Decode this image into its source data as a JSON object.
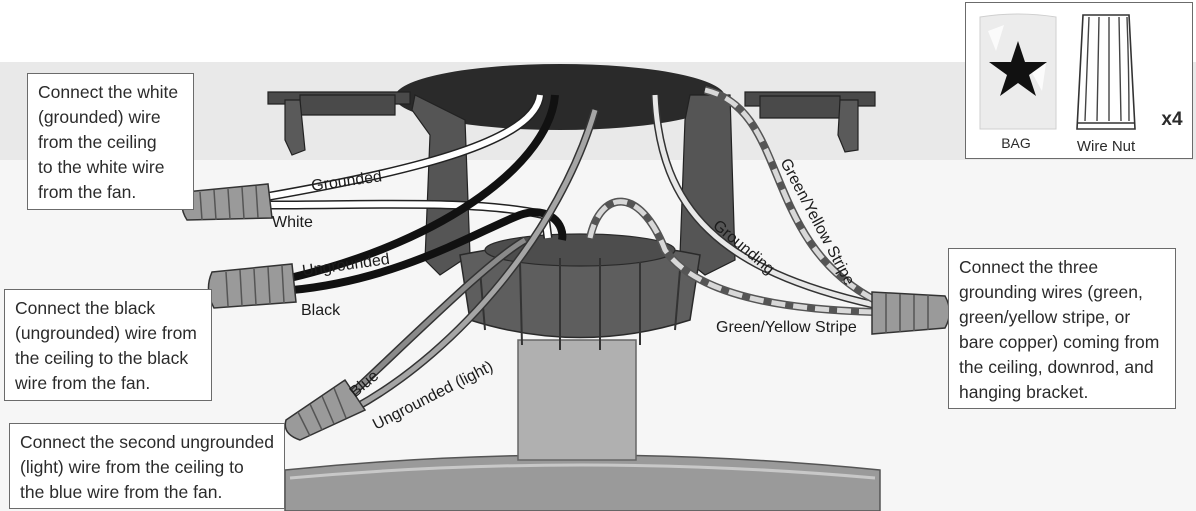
{
  "callouts": {
    "white": {
      "lines": [
        "Connect the white",
        "(grounded) wire",
        "from the ceiling",
        "to the white wire",
        "from the fan."
      ]
    },
    "black": {
      "lines": [
        "Connect the black",
        "(ungrounded) wire from",
        "the ceiling to the black",
        "wire from the fan."
      ]
    },
    "light": {
      "lines": [
        "Connect the second ungrounded",
        "(light) wire from the ceiling to",
        "the blue wire from the fan."
      ]
    },
    "ground": {
      "lines": [
        "Connect the three",
        "grounding wires (green,",
        "green/yellow stripe, or",
        "bare copper) coming from",
        "the ceiling, downrod, and",
        "hanging bracket."
      ]
    }
  },
  "wire_labels": {
    "grounded": "Grounded",
    "white": "White",
    "ungrounded": "Ungrounded",
    "black": "Black",
    "blue": "Blue",
    "ungrounded_light": "Ungrounded (light)",
    "grounding": "Grounding",
    "gy_stripe_diag": "Green/Yellow Stripe",
    "gy_stripe": "Green/Yellow Stripe"
  },
  "parts": {
    "bag_label": "BAG",
    "wire_nut_label": "Wire Nut",
    "quantity": "x4"
  },
  "colors": {
    "ceiling_band": "#e8e8e8",
    "bracket": "#4a4a4a",
    "canopy_top": "#2a2a2a",
    "wire_nut": "#9a9a9a",
    "black_wire": "#111111",
    "gray_wire": "#8c8c8c",
    "outline": "#6b6b6b"
  }
}
